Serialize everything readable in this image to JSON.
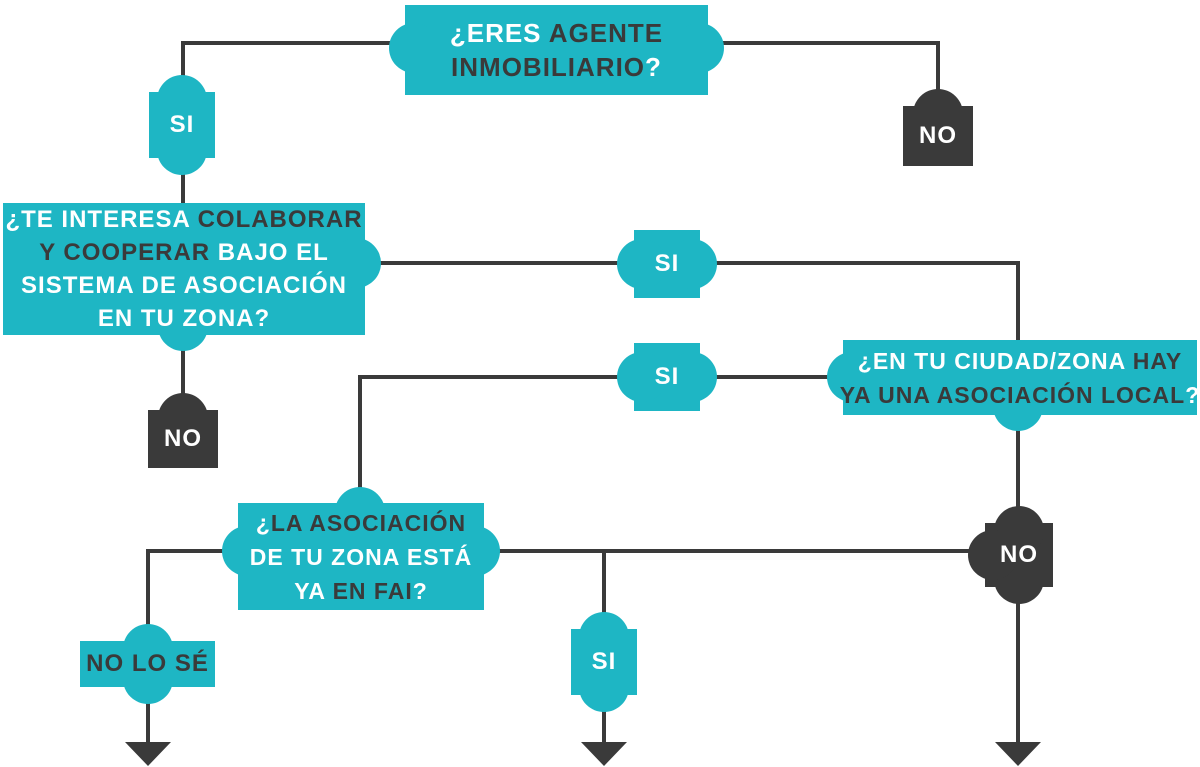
{
  "diagram": {
    "type": "flowchart",
    "language": "es",
    "colors": {
      "teal": "#1eb6c4",
      "dark": "#3a3a3a",
      "text_light": "#ffffff"
    },
    "nodes": {
      "q1": {
        "lines": [
          [
            {
              "t": "¿ERES ",
              "c": "light"
            },
            {
              "t": "AGENTE",
              "c": "dark"
            }
          ],
          [
            {
              "t": "INMOBILIARIO",
              "c": "dark"
            },
            {
              "t": "?",
              "c": "light"
            }
          ]
        ]
      },
      "q2": {
        "lines": [
          [
            {
              "t": "¿TE INTERESA ",
              "c": "light"
            },
            {
              "t": "COLABORAR",
              "c": "dark"
            }
          ],
          [
            {
              "t": "Y COOPERAR ",
              "c": "dark"
            },
            {
              "t": "BAJO EL",
              "c": "light"
            }
          ],
          [
            {
              "t": "SISTEMA DE ASOCIACIÓN",
              "c": "light"
            }
          ],
          [
            {
              "t": "EN TU ZONA?",
              "c": "light"
            }
          ]
        ]
      },
      "q3": {
        "lines": [
          [
            {
              "t": "¿EN TU CIUDAD/ZONA ",
              "c": "light"
            },
            {
              "t": "HAY",
              "c": "dark"
            }
          ],
          [
            {
              "t": "YA UNA ASOCIACIÓN LOCAL",
              "c": "dark"
            },
            {
              "t": "?",
              "c": "light"
            }
          ]
        ]
      },
      "q4": {
        "lines": [
          [
            {
              "t": "¿",
              "c": "light"
            },
            {
              "t": "LA ASOCIACIÓN",
              "c": "dark"
            }
          ],
          [
            {
              "t": "DE TU ZONA ESTÁ",
              "c": "light"
            }
          ],
          [
            {
              "t": "YA ",
              "c": "light"
            },
            {
              "t": "EN FAI",
              "c": "dark"
            },
            {
              "t": "?",
              "c": "light"
            }
          ]
        ]
      }
    },
    "labels": {
      "yes1": "SI",
      "no1": "NO",
      "yes2": "SI",
      "yes3": "SI",
      "no2": "NO",
      "no3": "NO",
      "dontknow": "NO LO SÉ",
      "yes4": "SI"
    }
  }
}
